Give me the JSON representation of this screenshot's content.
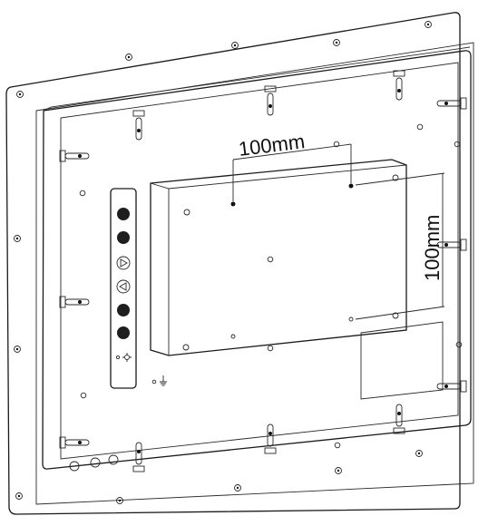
{
  "diagram": {
    "horizontal_dimension_label": "100mm",
    "vertical_dimension_label": "100mm"
  },
  "control_buttons": [
    {
      "name": "power-button",
      "icon": "power-icon"
    },
    {
      "name": "menu-button",
      "icon": "menu-icon"
    },
    {
      "name": "right-button",
      "icon": "triangle-right-icon"
    },
    {
      "name": "left-button",
      "icon": "triangle-left-icon"
    },
    {
      "name": "select-button",
      "icon": "select-icon"
    },
    {
      "name": "auto-button",
      "icon": "auto-icon"
    },
    {
      "name": "brightness-indicator",
      "icon": "sun-icon"
    }
  ],
  "colors": {
    "line": "#1a1a1a",
    "panel_fill": "#ffffff",
    "button_fill": "#1e1e1e"
  }
}
